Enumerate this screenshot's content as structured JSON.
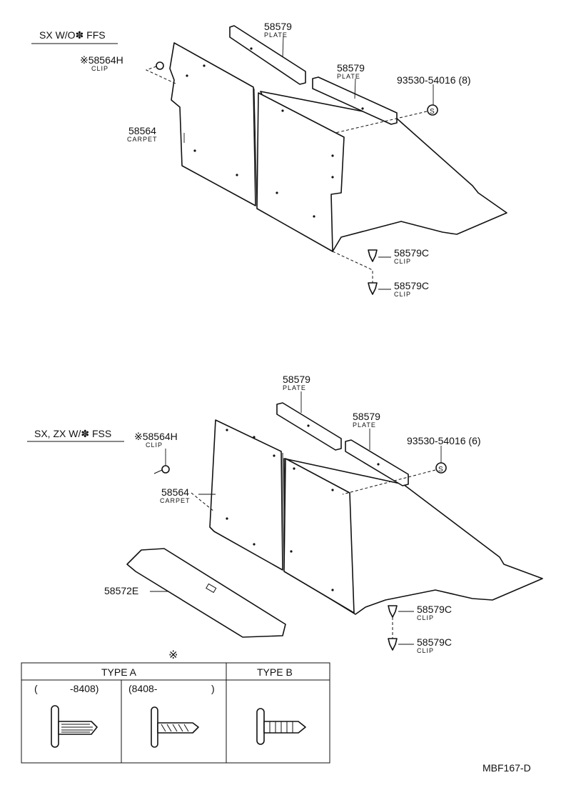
{
  "diagram_id": "MBF167-D",
  "upper": {
    "heading": "SX W/O✽ FFS",
    "labels": {
      "plate_a_pn": "58579",
      "plate_a_name": "PLATE",
      "plate_b_pn": "58579",
      "plate_b_name": "PLATE",
      "screw_pn": "93530-54016 (8)",
      "screw_mark": "S",
      "clip_h_pn": "※58564H",
      "clip_h_name": "CLIP",
      "carpet_pn": "58564",
      "carpet_name": "CARPET",
      "clip_c1_pn": "58579C",
      "clip_c1_name": "CLIP",
      "clip_c2_pn": "58579C",
      "clip_c2_name": "CLIP"
    }
  },
  "lower": {
    "heading": "SX, ZX W/✽ FSS",
    "labels": {
      "plate_a_pn": "58579",
      "plate_a_name": "PLATE",
      "plate_b_pn": "58579",
      "plate_b_name": "PLATE",
      "screw_pn": "93530-54016 (6)",
      "screw_mark": "S",
      "clip_h_pn": "※58564H",
      "clip_h_name": "CLIP",
      "carpet_pn": "58564",
      "carpet_name": "CARPET",
      "mat_pn": "58572E",
      "clip_c1_pn": "58579C",
      "clip_c1_name": "CLIP",
      "clip_c2_pn": "58579C",
      "clip_c2_name": "CLIP"
    }
  },
  "clip_table": {
    "mark": "※",
    "type_a": "TYPE A",
    "type_b": "TYPE B",
    "range_1_open": "(",
    "range_1_value": "-8408)",
    "range_2_value": "(8408-",
    "range_2_close": ")"
  }
}
